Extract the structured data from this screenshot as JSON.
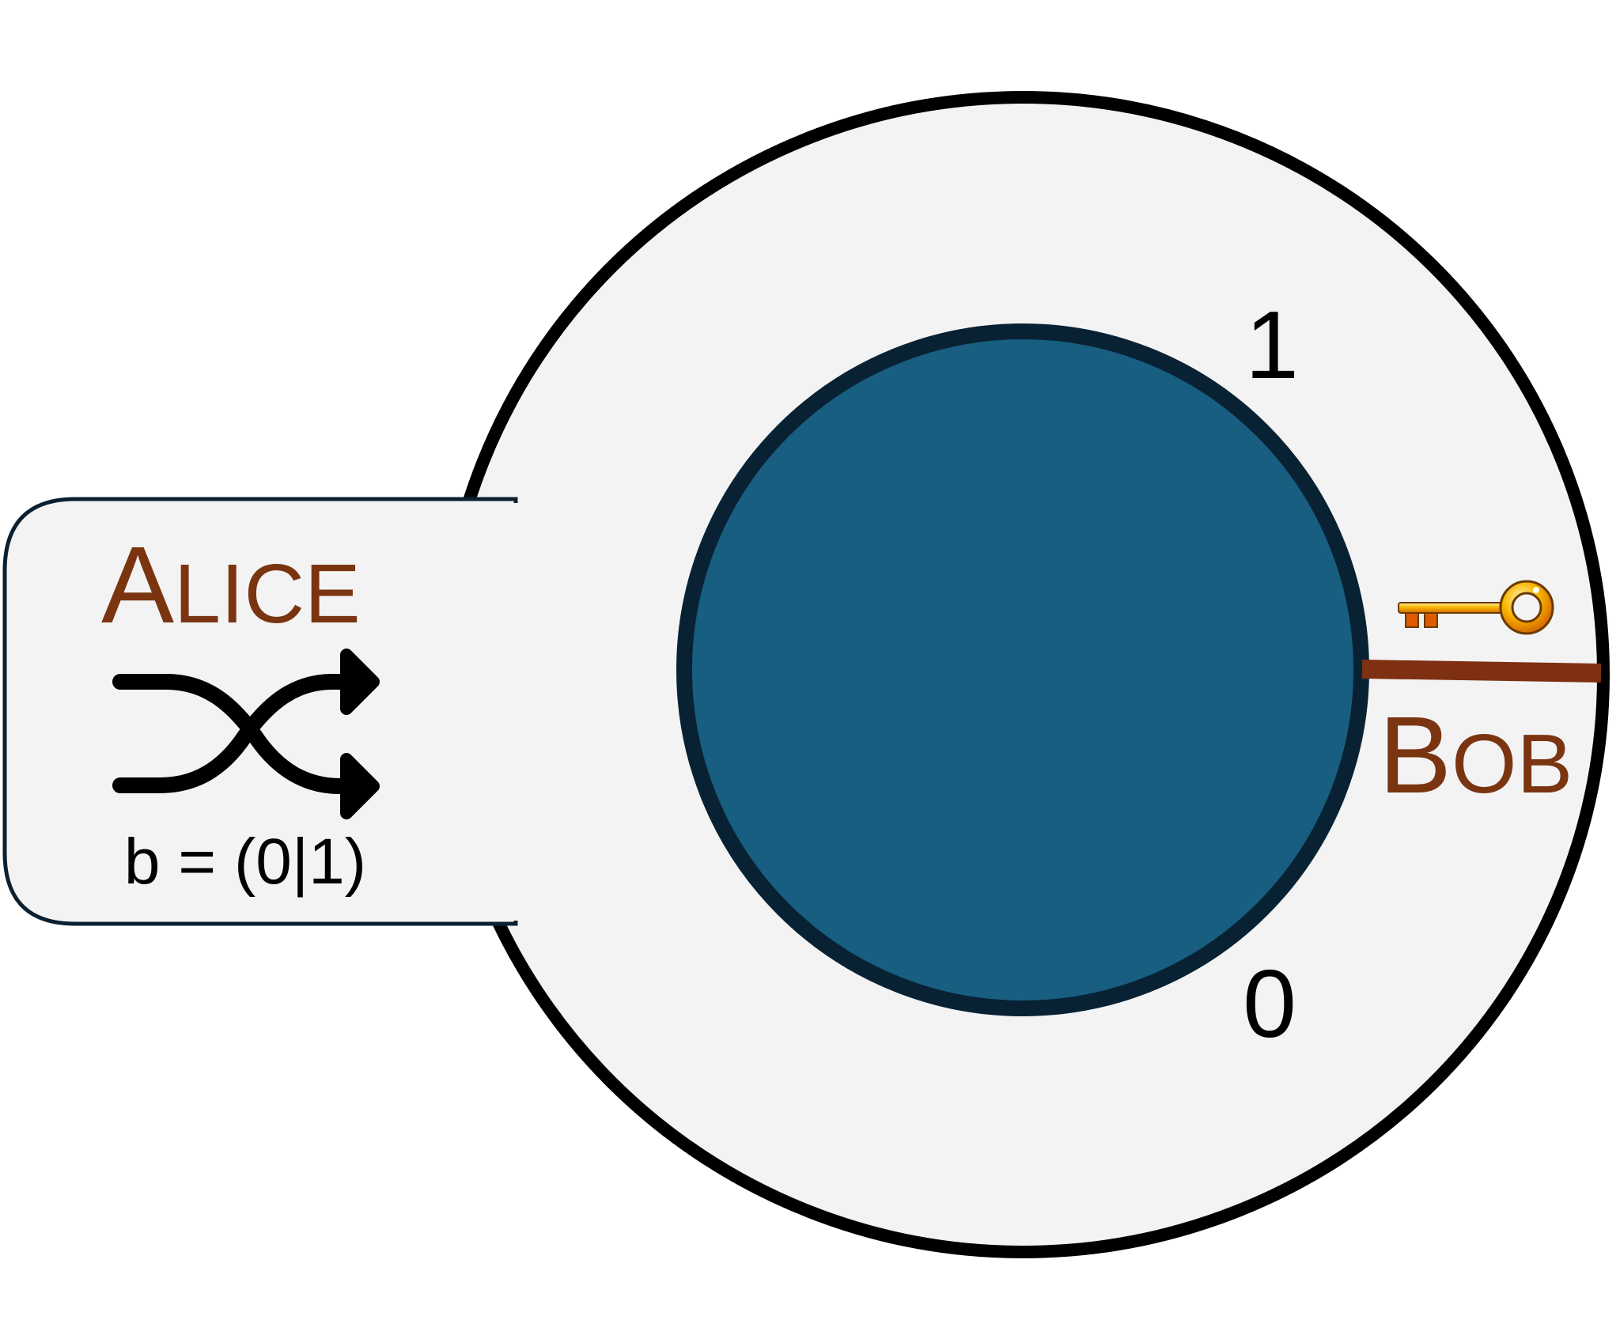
{
  "alice": {
    "name_initial": "A",
    "name_rest": "LICE",
    "formula": "b = (0|1)"
  },
  "bob": {
    "name_initial": "B",
    "name_rest": "OB"
  },
  "dial": {
    "label_top": "1",
    "label_bottom": "0"
  },
  "icons": {
    "shuffle": "shuffle-icon",
    "key": "key-icon"
  },
  "colors": {
    "name_brown": "#7a3510",
    "pointer_brown": "#7f3012",
    "inner_disk": "#185e80",
    "inner_disk_border": "#082234",
    "panel_fill": "#f3f3f3",
    "outline": "#000000",
    "key_gold": "#f7b500"
  }
}
